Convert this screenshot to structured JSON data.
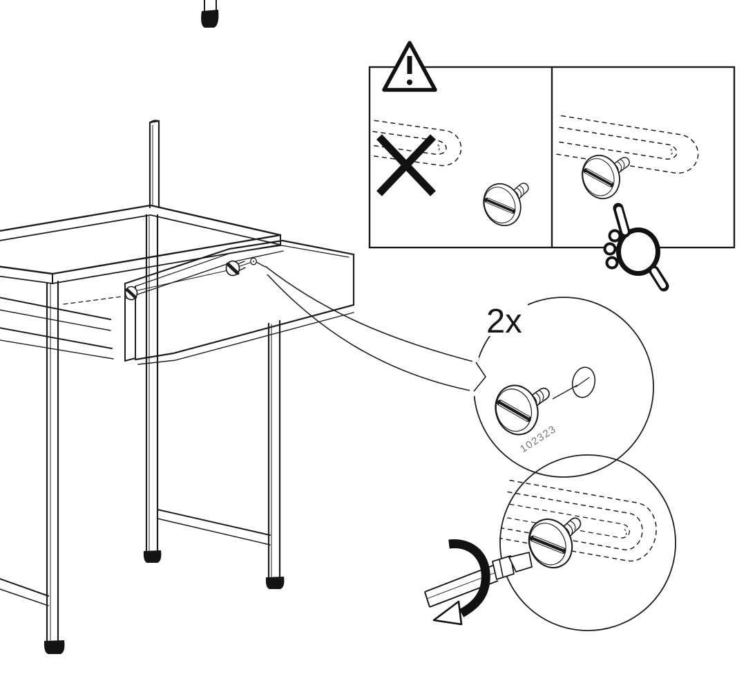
{
  "illustration": {
    "kind": "furniture-assembly-instruction-step",
    "background_color": "#ffffff",
    "line_color": "#1a1a1a",
    "part_number_color": "#777777"
  },
  "callout": {
    "quantity_label": "2x",
    "part_number": "102323"
  },
  "warning_panel": {
    "caution_icon": "warning-triangle",
    "wrong_marker": "x-mark",
    "correct_marker": "pointing-hand"
  },
  "main_drawing": {
    "subject": "desk-with-open-drawer",
    "fasteners_visible": 2
  },
  "tool_detail": {
    "tool_icon": "flat-head-screwdriver",
    "action_icon": "rotation-arrow"
  }
}
